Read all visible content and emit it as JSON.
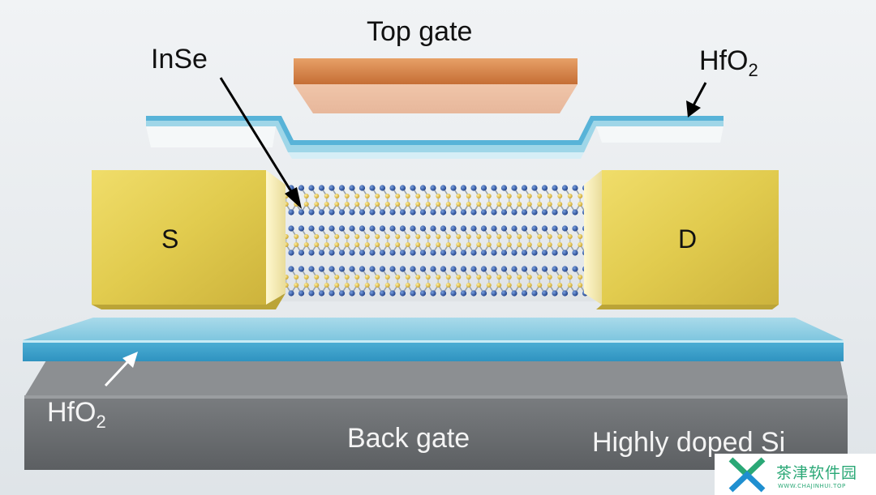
{
  "labels": {
    "top_gate": "Top gate",
    "inse": "InSe",
    "hfo2_top": "HfO",
    "hfo2_top_sub": "2",
    "source": "S",
    "drain": "D",
    "hfo2_bottom": "HfO",
    "hfo2_bottom_sub": "2",
    "back_gate": "Back gate",
    "substrate": "Highly doped Si"
  },
  "watermark": {
    "text": "茶津软件园",
    "subtext": "WWW.CHAJINHUI.TOP"
  },
  "colors": {
    "background": "#e8ecef",
    "top_gate": "#d9894f",
    "hfo2": "#7cc4df",
    "electrode": "#e2cf55",
    "back_gate": "#6a6d70",
    "atom_blue": "#2f5aa8",
    "atom_yellow": "#e9c54b",
    "watermark": "#2aa876"
  }
}
